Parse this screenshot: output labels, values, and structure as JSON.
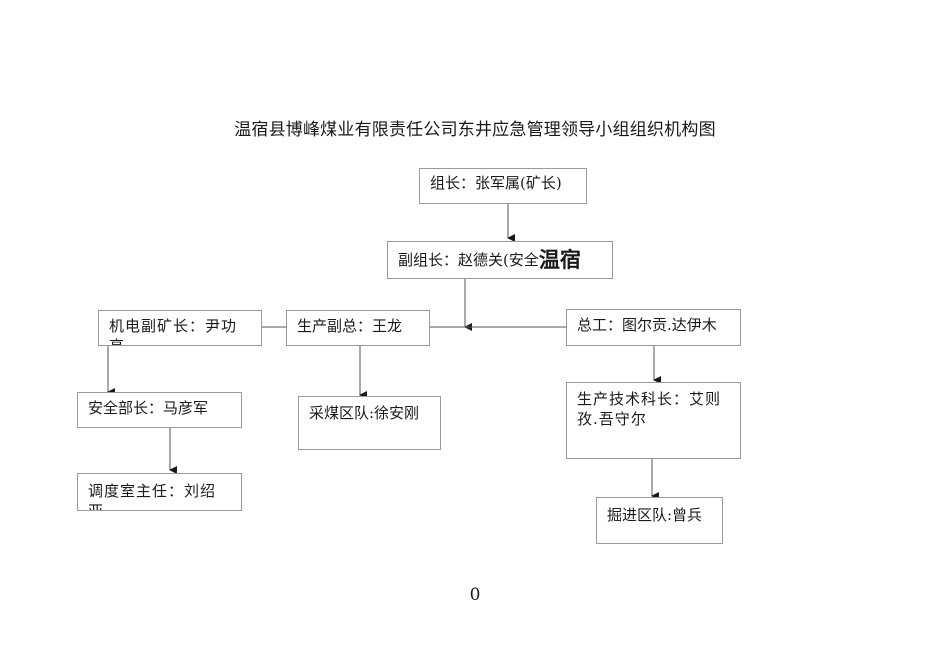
{
  "title": "温宿县博峰煤业有限责任公司东井应急管理领导小组组织机构图",
  "nodes": {
    "leader": "组长：张军属(矿长)",
    "deputy_prefix": "副组长：赵德关(安全",
    "deputy_overflow": "温宿",
    "mech": "机电副矿长：尹功亮",
    "production": "生产副总：王龙",
    "chief_engineer": "总工：图尔贡.达伊木",
    "safety": "安全部长：马彦军",
    "mining": "采煤区队:徐安刚",
    "tech": "生产技术科长：艾则孜.吾守尔",
    "dispatch": "调度室主任：刘绍亚",
    "tunneling": "掘进区队:曾兵"
  },
  "page_number": "0"
}
